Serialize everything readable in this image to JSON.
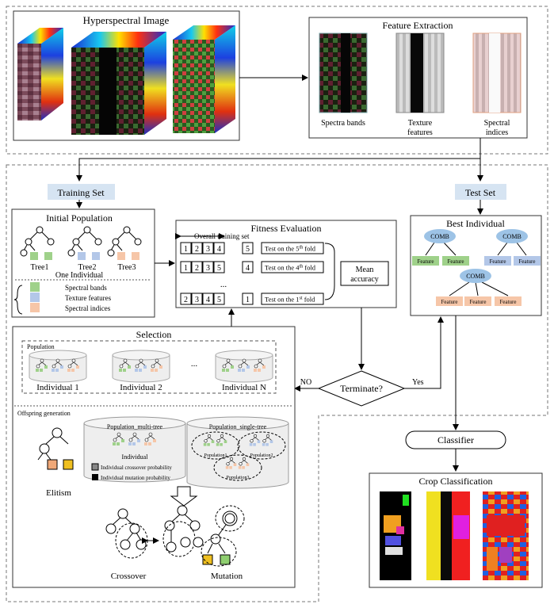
{
  "hyperspectral": {
    "title": "Hyperspectral Image"
  },
  "feature_extraction": {
    "title": "Feature Extraction",
    "captions": [
      "Spectra bands",
      "Texture features",
      "Spectral indices"
    ],
    "caption_lines": [
      [
        "Spectra bands"
      ],
      [
        "Texture",
        "features"
      ],
      [
        "Spectral",
        "indices"
      ]
    ]
  },
  "training_set": {
    "label": "Training Set"
  },
  "test_set": {
    "label": "Test Set"
  },
  "initial_population": {
    "title": "Initial Population",
    "trees": [
      "Tree1",
      "Tree2",
      "Tree3"
    ],
    "one_individual": "One Individual",
    "legend": [
      "Spectral bands",
      "Texture features",
      "Spectral indices"
    ]
  },
  "fitness": {
    "title": "Fitness Evaluation",
    "overall_label": "Overall training set",
    "rows": [
      {
        "train": [
          "1",
          "2",
          "3",
          "4"
        ],
        "test": "5",
        "label": "Test on the 5",
        "sup": "th",
        "suffix": " fold"
      },
      {
        "train": [
          "1",
          "2",
          "3",
          "5"
        ],
        "test": "4",
        "label": "Test on the 4",
        "sup": "th",
        "suffix": " fold"
      },
      {
        "train": [
          "2",
          "3",
          "4",
          "5"
        ],
        "test": "1",
        "label": "Test on the 1",
        "sup": "st",
        "suffix": " fold"
      }
    ],
    "ellipsis": "...",
    "mean_accuracy": [
      "Mean",
      "accuracy"
    ]
  },
  "best_individual": {
    "title": "Best Individual",
    "comb": "COMB",
    "feature": "Feature"
  },
  "selection": {
    "title": "Selection",
    "population_label": "Population",
    "individuals": [
      "Individual 1",
      "Individual 2",
      "Individual N"
    ],
    "dots": "...",
    "offspring_label": "Offspring generation",
    "elitism": "Elitism",
    "multi_tree": "Population_multi-tree",
    "single_tree": "Population_single-tree",
    "individual": "Individual",
    "crossover_prob": "Individual   crossover probability",
    "mutation_prob": "Individual   mutation probability",
    "sub_pops": [
      "Population1",
      "Population2",
      "Population3"
    ],
    "crossover": "Crossover",
    "mutation": "Mutation"
  },
  "terminate": {
    "label": "Terminate?",
    "no": "NO",
    "yes": "Yes"
  },
  "classifier": {
    "label": "Classifier"
  },
  "crop": {
    "title": "Crop Classification"
  },
  "colors": {
    "spectral": "#9fd18a",
    "texture": "#b3c7e8",
    "indices": "#f6c6a8",
    "label_bg": "#d6e4f2",
    "comb": "#9dc3e6",
    "dashed": "#777777"
  }
}
